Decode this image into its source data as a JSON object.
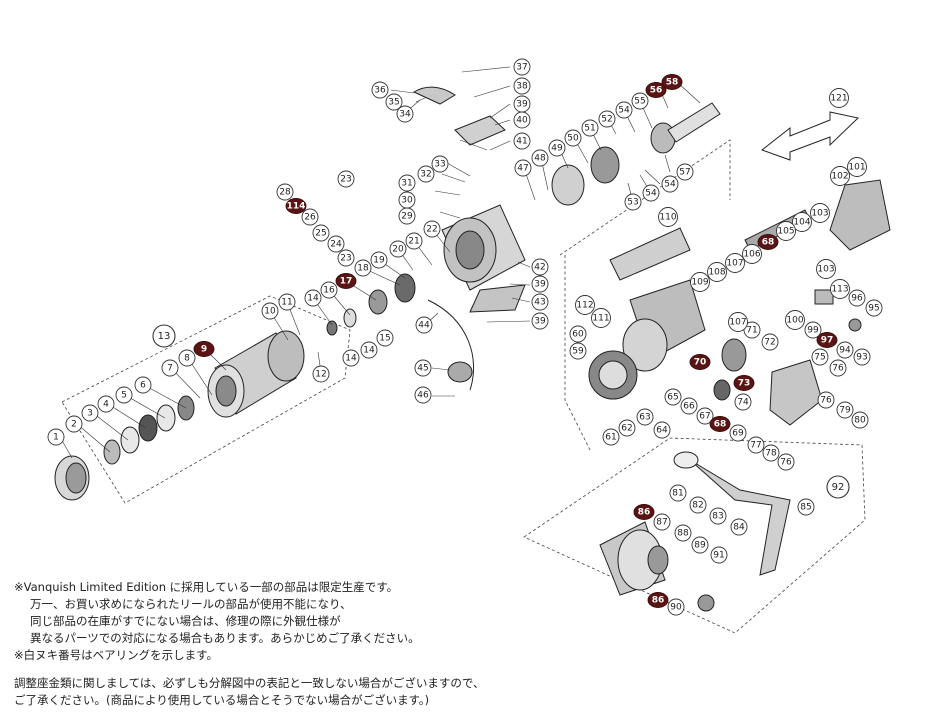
{
  "diagram": {
    "callouts": [
      {
        "id": "c1",
        "label": "1"
      },
      {
        "id": "c2",
        "label": "2"
      },
      {
        "id": "c3",
        "label": "3"
      },
      {
        "id": "c4",
        "label": "4"
      },
      {
        "id": "c5",
        "label": "5"
      },
      {
        "id": "c6",
        "label": "6"
      },
      {
        "id": "c7",
        "label": "7"
      },
      {
        "id": "c8",
        "label": "8"
      },
      {
        "id": "c9",
        "label": "9",
        "highlight": true
      },
      {
        "id": "c10",
        "label": "10"
      },
      {
        "id": "c11",
        "label": "11"
      },
      {
        "id": "c12",
        "label": "12"
      },
      {
        "id": "c13",
        "label": "13",
        "group": true
      },
      {
        "id": "c14a",
        "label": "14"
      },
      {
        "id": "c14b",
        "label": "14"
      },
      {
        "id": "c14c",
        "label": "14"
      },
      {
        "id": "c15",
        "label": "15"
      },
      {
        "id": "c16",
        "label": "16"
      },
      {
        "id": "c17",
        "label": "17",
        "highlight": true
      },
      {
        "id": "c18",
        "label": "18"
      },
      {
        "id": "c19",
        "label": "19"
      },
      {
        "id": "c20",
        "label": "20"
      },
      {
        "id": "c21",
        "label": "21"
      },
      {
        "id": "c22",
        "label": "22"
      },
      {
        "id": "c23a",
        "label": "23"
      },
      {
        "id": "c23b",
        "label": "23"
      },
      {
        "id": "c24",
        "label": "24"
      },
      {
        "id": "c25",
        "label": "25"
      },
      {
        "id": "c26",
        "label": "26"
      },
      {
        "id": "c28",
        "label": "28"
      },
      {
        "id": "c29",
        "label": "29"
      },
      {
        "id": "c30",
        "label": "30"
      },
      {
        "id": "c31",
        "label": "31"
      },
      {
        "id": "c32",
        "label": "32"
      },
      {
        "id": "c33",
        "label": "33"
      },
      {
        "id": "c34",
        "label": "34"
      },
      {
        "id": "c35",
        "label": "35"
      },
      {
        "id": "c36",
        "label": "36"
      },
      {
        "id": "c37",
        "label": "37"
      },
      {
        "id": "c38",
        "label": "38"
      },
      {
        "id": "c39a",
        "label": "39"
      },
      {
        "id": "c39b",
        "label": "39"
      },
      {
        "id": "c39c",
        "label": "39"
      },
      {
        "id": "c40",
        "label": "40"
      },
      {
        "id": "c41",
        "label": "41"
      },
      {
        "id": "c42",
        "label": "42"
      },
      {
        "id": "c43",
        "label": "43"
      },
      {
        "id": "c44",
        "label": "44"
      },
      {
        "id": "c45",
        "label": "45"
      },
      {
        "id": "c46",
        "label": "46"
      },
      {
        "id": "c47",
        "label": "47"
      },
      {
        "id": "c48",
        "label": "48"
      },
      {
        "id": "c49",
        "label": "49"
      },
      {
        "id": "c50",
        "label": "50"
      },
      {
        "id": "c51",
        "label": "51"
      },
      {
        "id": "c52",
        "label": "52"
      },
      {
        "id": "c53",
        "label": "53"
      },
      {
        "id": "c54a",
        "label": "54"
      },
      {
        "id": "c54b",
        "label": "54"
      },
      {
        "id": "c54c",
        "label": "54"
      },
      {
        "id": "c55",
        "label": "55"
      },
      {
        "id": "c56",
        "label": "56",
        "highlight": true
      },
      {
        "id": "c57",
        "label": "57"
      },
      {
        "id": "c58",
        "label": "58",
        "highlight": true
      },
      {
        "id": "c59",
        "label": "59"
      },
      {
        "id": "c60",
        "label": "60"
      },
      {
        "id": "c61",
        "label": "61"
      },
      {
        "id": "c62",
        "label": "62"
      },
      {
        "id": "c63",
        "label": "63"
      },
      {
        "id": "c64",
        "label": "64"
      },
      {
        "id": "c65",
        "label": "65"
      },
      {
        "id": "c66",
        "label": "66"
      },
      {
        "id": "c67",
        "label": "67"
      },
      {
        "id": "c68a",
        "label": "68",
        "highlight": true
      },
      {
        "id": "c68b",
        "label": "68",
        "highlight": true
      },
      {
        "id": "c69",
        "label": "69"
      },
      {
        "id": "c70",
        "label": "70",
        "highlight": true
      },
      {
        "id": "c71",
        "label": "71"
      },
      {
        "id": "c72",
        "label": "72"
      },
      {
        "id": "c73",
        "label": "73",
        "highlight": true
      },
      {
        "id": "c74",
        "label": "74"
      },
      {
        "id": "c75",
        "label": "75"
      },
      {
        "id": "c76a",
        "label": "76"
      },
      {
        "id": "c76b",
        "label": "76"
      },
      {
        "id": "c76c",
        "label": "76"
      },
      {
        "id": "c77",
        "label": "77"
      },
      {
        "id": "c78",
        "label": "78"
      },
      {
        "id": "c79",
        "label": "79"
      },
      {
        "id": "c80",
        "label": "80"
      },
      {
        "id": "c81",
        "label": "81"
      },
      {
        "id": "c82",
        "label": "82"
      },
      {
        "id": "c83",
        "label": "83"
      },
      {
        "id": "c84",
        "label": "84"
      },
      {
        "id": "c85",
        "label": "85"
      },
      {
        "id": "c86a",
        "label": "86",
        "highlight": true
      },
      {
        "id": "c86b",
        "label": "86",
        "highlight": true
      },
      {
        "id": "c87",
        "label": "87"
      },
      {
        "id": "c88",
        "label": "88"
      },
      {
        "id": "c89",
        "label": "89"
      },
      {
        "id": "c90",
        "label": "90"
      },
      {
        "id": "c91",
        "label": "91"
      },
      {
        "id": "c92",
        "label": "92",
        "group": true
      },
      {
        "id": "c93",
        "label": "93"
      },
      {
        "id": "c94",
        "label": "94"
      },
      {
        "id": "c95",
        "label": "95"
      },
      {
        "id": "c96",
        "label": "96"
      },
      {
        "id": "c97",
        "label": "97",
        "highlight": true
      },
      {
        "id": "c99",
        "label": "99"
      },
      {
        "id": "c100",
        "label": "100"
      },
      {
        "id": "c101",
        "label": "101"
      },
      {
        "id": "c102",
        "label": "102"
      },
      {
        "id": "c103a",
        "label": "103"
      },
      {
        "id": "c103b",
        "label": "103"
      },
      {
        "id": "c104",
        "label": "104"
      },
      {
        "id": "c105",
        "label": "105"
      },
      {
        "id": "c106",
        "label": "106"
      },
      {
        "id": "c107a",
        "label": "107"
      },
      {
        "id": "c107b",
        "label": "107"
      },
      {
        "id": "c108",
        "label": "108"
      },
      {
        "id": "c109",
        "label": "109"
      },
      {
        "id": "c110",
        "label": "110"
      },
      {
        "id": "c111",
        "label": "111"
      },
      {
        "id": "c112",
        "label": "112"
      },
      {
        "id": "c113",
        "label": "113"
      },
      {
        "id": "c114",
        "label": "114",
        "highlight": true
      },
      {
        "id": "c121",
        "label": "121"
      }
    ],
    "colors": {
      "highlight_fill": "#5a1414",
      "stroke": "#333333",
      "background": "#ffffff"
    }
  },
  "notes": {
    "line1": "※Vanquish Limited Edition に採用している一部の部品は限定生産です。",
    "line2": "万一、お買い求めになられたリールの部品が使用不能になり、",
    "line3": "同じ部品の在庫がすでにない場合は、修理の際に外観仕様が",
    "line4": "異なるパーツでの対応になる場合もあります。あらかじめご了承ください。",
    "line5": "※白ヌキ番号はベアリングを示します。",
    "line6": "調整座金類に関しましては、必ずしも分解図中の表記と一致しない場合がございますので、",
    "line7": "ご了承ください。(商品により使用している場合とそうでない場合がございます。)"
  }
}
